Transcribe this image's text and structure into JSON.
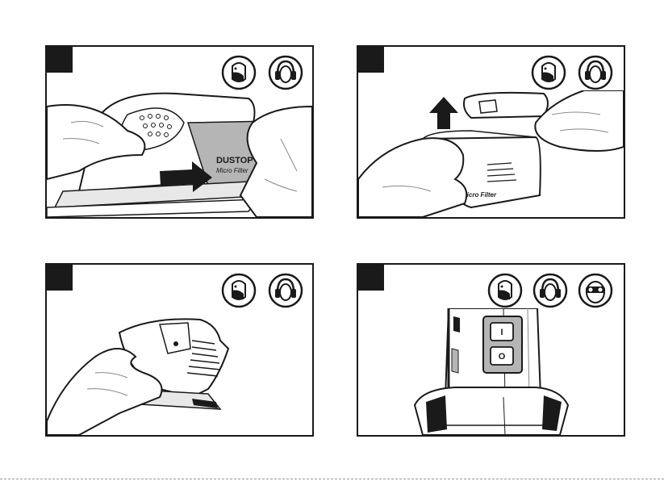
{
  "panels": [
    {
      "ppe_icons": [
        "dust-mask-icon",
        "ear-protection-icon"
      ],
      "product_label_line1": "DUSTOP",
      "product_label_line2": "Micro Filter"
    },
    {
      "ppe_icons": [
        "dust-mask-icon",
        "ear-protection-icon"
      ],
      "product_label_line2": "Micro Filter"
    },
    {
      "ppe_icons": [
        "dust-mask-icon",
        "ear-protection-icon"
      ]
    },
    {
      "ppe_icons": [
        "dust-mask-icon",
        "ear-protection-icon",
        "eye-protection-icon"
      ],
      "switch_on": "I",
      "switch_off": "O"
    }
  ],
  "colors": {
    "ink": "#1a1a1a",
    "gray_fill": "#b5b5b5",
    "light_fill": "#e8e8e8"
  }
}
